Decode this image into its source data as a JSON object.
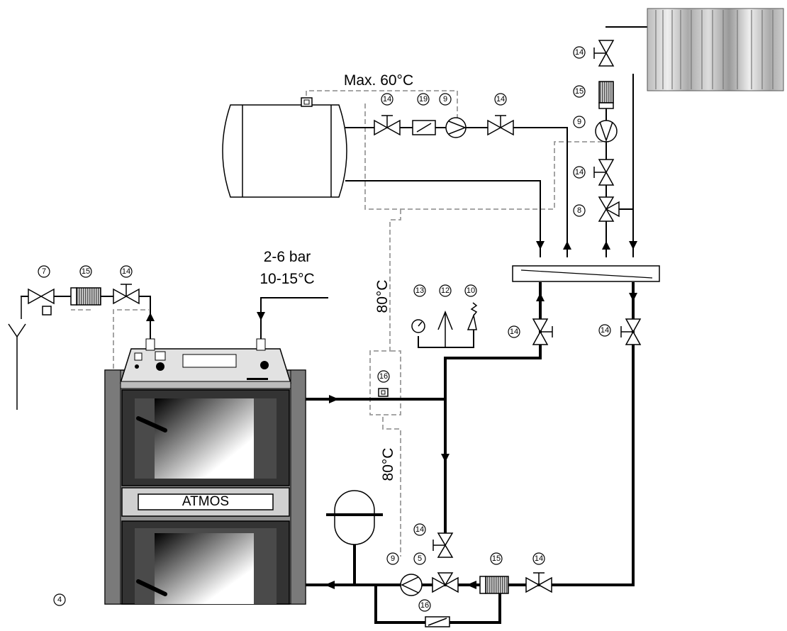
{
  "boiler": {
    "brand": "ATMOS"
  },
  "labels": {
    "dhw_limit": "Max. 60°C",
    "water_pressure": "2-6 bar",
    "water_temp": "10-15°C",
    "safety_temp_upper": "80°C",
    "safety_temp_lower": "80°C"
  },
  "components": {
    "c4": "4",
    "c5": "5",
    "c7": "7",
    "c8": "8",
    "c9": "9",
    "c10": "10",
    "c12": "12",
    "c13": "13",
    "c14": "14",
    "c15": "15",
    "c16": "16",
    "c19": "19"
  },
  "colors": {
    "pipe": "#000000",
    "sensor_line": "#9a9a9a",
    "boiler_shell": "#8c8c8c",
    "boiler_dark": "#3c3c3c"
  }
}
